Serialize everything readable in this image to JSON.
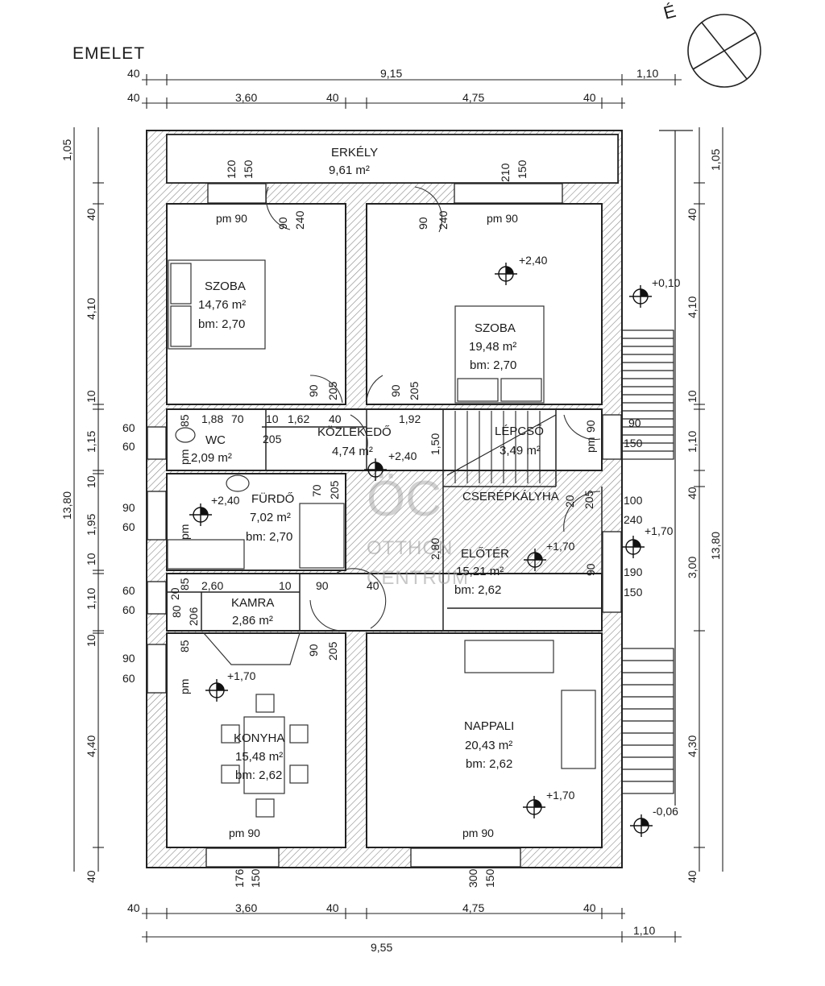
{
  "title": "EMELET",
  "north_label": "É",
  "watermark": {
    "logo": "ÖC",
    "line1": "OTTHON",
    "line2": "CENTRUM"
  },
  "dimensions_top": [
    "40",
    "9,15",
    "1,10",
    "40",
    "3,60",
    "40",
    "4,75",
    "40"
  ],
  "dimensions_bottom": [
    "40",
    "3,60",
    "40",
    "4,75",
    "40",
    "9,55",
    "1,10"
  ],
  "dimensions_left": [
    "1,05",
    "40",
    "4,10",
    "10",
    "1,15",
    "10",
    "1,95",
    "10",
    "1,10",
    "10",
    "4,40",
    "40",
    "13,80"
  ],
  "dimensions_right": [
    "1,05",
    "40",
    "4,10",
    "10",
    "1,10",
    "40",
    "3,00",
    "4,30",
    "40",
    "13,80"
  ],
  "openings": [
    "120",
    "150",
    "210",
    "150",
    "90",
    "240",
    "90",
    "240",
    "pm 90",
    "pm 90",
    "90",
    "205",
    "90",
    "205",
    "1,88",
    "70",
    "10",
    "1,62",
    "40",
    "1,92",
    "85",
    "205",
    "1,50",
    "70",
    "205",
    "85",
    "2,60",
    "10",
    "90",
    "40",
    "80",
    "206",
    "85",
    "90",
    "205",
    "90",
    "205",
    "2,80",
    "90",
    "20",
    "20",
    "pm",
    "pm",
    "pm",
    "pm",
    "pm 90",
    "pm 90",
    "176",
    "150",
    "300",
    "150",
    "60",
    "60",
    "90",
    "60",
    "60",
    "60",
    "90",
    "60",
    "90",
    "150",
    "100",
    "240",
    "190",
    "150"
  ],
  "levels": [
    "+2,40",
    "+0,10",
    "+2,40",
    "+2,40",
    "+1,70",
    "+1,70",
    "+1,70",
    "+1,70",
    "-0,06"
  ],
  "rooms": {
    "erkely": {
      "name": "ERKÉLY",
      "area": "9,61 m²"
    },
    "szoba1": {
      "name": "SZOBA",
      "area": "14,76 m²",
      "height": "bm: 2,70"
    },
    "szoba2": {
      "name": "SZOBA",
      "area": "19,48 m²",
      "height": "bm: 2,70"
    },
    "wc": {
      "name": "WC",
      "area": "2,09 m²"
    },
    "kozlekedo": {
      "name": "KÖZLEKEDŐ",
      "area": "4,74 m²"
    },
    "lepcso": {
      "name": "LÉPCSŐ",
      "area": "3,49 m²"
    },
    "cserepkalyha": {
      "name": "CSERÉPKÁLYHA"
    },
    "furdo": {
      "name": "FÜRDŐ",
      "area": "7,02 m²",
      "height": "bm: 2,70"
    },
    "kamra": {
      "name": "KAMRA",
      "area": "2,86 m²"
    },
    "eloter": {
      "name": "ELŐTÉR",
      "area": "15,21 m²",
      "height": "bm: 2,62"
    },
    "konyha": {
      "name": "KONYHA",
      "area": "15,48 m²",
      "height": "bm: 2,62"
    },
    "nappali": {
      "name": "NAPPALI",
      "area": "20,43 m²",
      "height": "bm: 2,62"
    }
  }
}
